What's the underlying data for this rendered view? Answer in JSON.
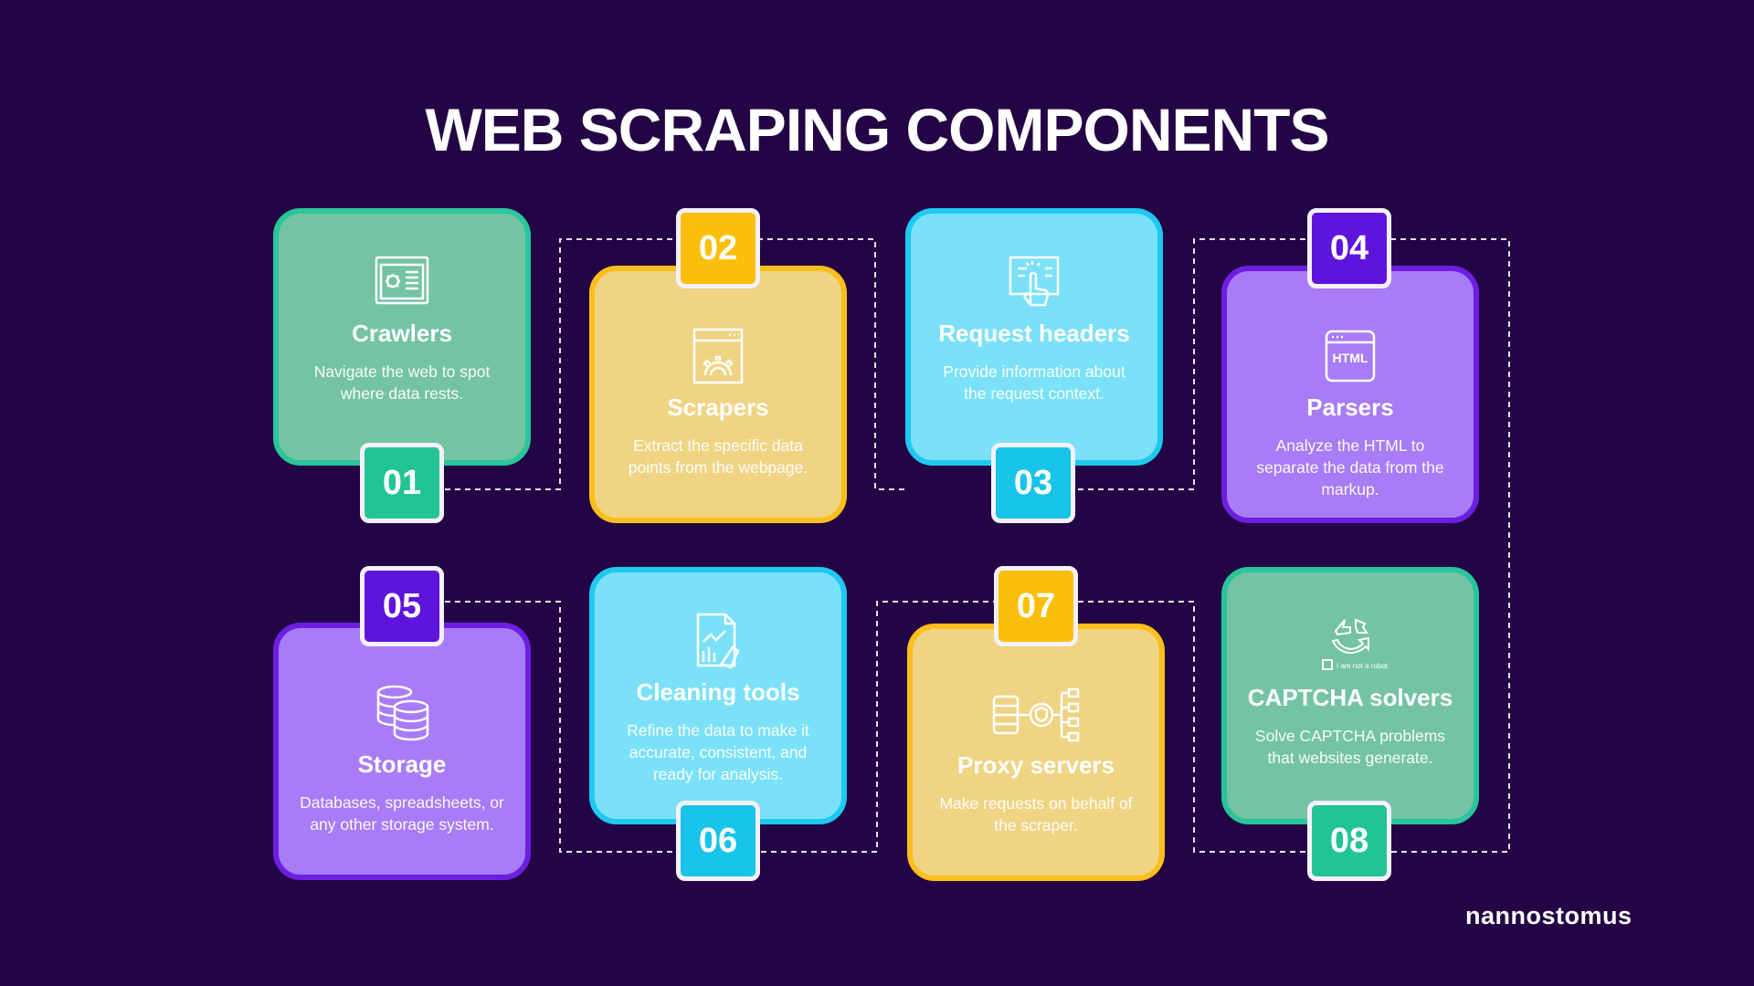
{
  "title": "WEB SCRAPING COMPONENTS",
  "components": [
    {
      "number": "01",
      "title": "Crawlers",
      "description": "Navigate the web to spot where data rests.",
      "icon": "browser-bug-icon",
      "color": "#74c3a4"
    },
    {
      "number": "02",
      "title": "Scrapers",
      "description": "Extract the specific data points from the webpage.",
      "icon": "browser-gear-icon",
      "color": "#efd484"
    },
    {
      "number": "03",
      "title": "Request headers",
      "description": "Provide information about the request context.",
      "icon": "hand-click-icon",
      "color": "#7be1f8"
    },
    {
      "number": "04",
      "title": "Parsers",
      "description": "Analyze the HTML to separate the data from the markup.",
      "icon": "html-window-icon",
      "color": "#a87cf6"
    },
    {
      "number": "05",
      "title": "Storage",
      "description": "Databases, spreadsheets, or any other storage system.",
      "icon": "database-icon",
      "color": "#a87cf6"
    },
    {
      "number": "06",
      "title": "Cleaning tools",
      "description": "Refine the data to make it accurate, consistent, and ready for analysis.",
      "icon": "chart-brush-icon",
      "color": "#7be1f8"
    },
    {
      "number": "07",
      "title": "Proxy servers",
      "description": "Make requests on behalf of the scraper.",
      "icon": "server-network-icon",
      "color": "#efd484"
    },
    {
      "number": "08",
      "title": "CAPTCHA solvers",
      "description": "Solve CAPTCHA problems that websites generate.",
      "icon": "captcha-icon",
      "color": "#74c3a4",
      "captcha_label": "I am not a robot"
    }
  ],
  "brand": "nannostomus"
}
